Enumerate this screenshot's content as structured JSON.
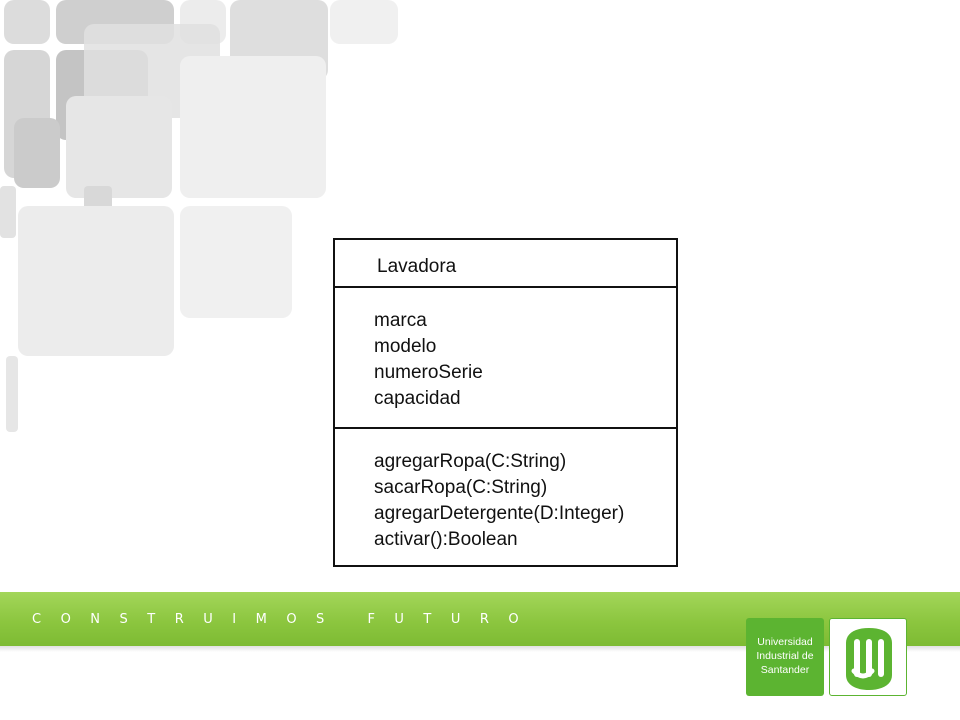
{
  "uml_class": {
    "name": "Lavadora",
    "attributes": [
      "marca",
      "modelo",
      "numeroSerie",
      "capacidad"
    ],
    "methods": [
      "agregarRopa(C:String)",
      "sacarRopa(C:String)",
      "agregarDetergente(D:Integer)",
      "activar():Boolean"
    ]
  },
  "banner": {
    "motto": "CONSTRUIMOS FUTURO",
    "color": "#8cc63f"
  },
  "logo": {
    "line1": "Universidad",
    "line2": "Industrial de",
    "line3": "Santander",
    "brand_color": "#5cb431"
  }
}
